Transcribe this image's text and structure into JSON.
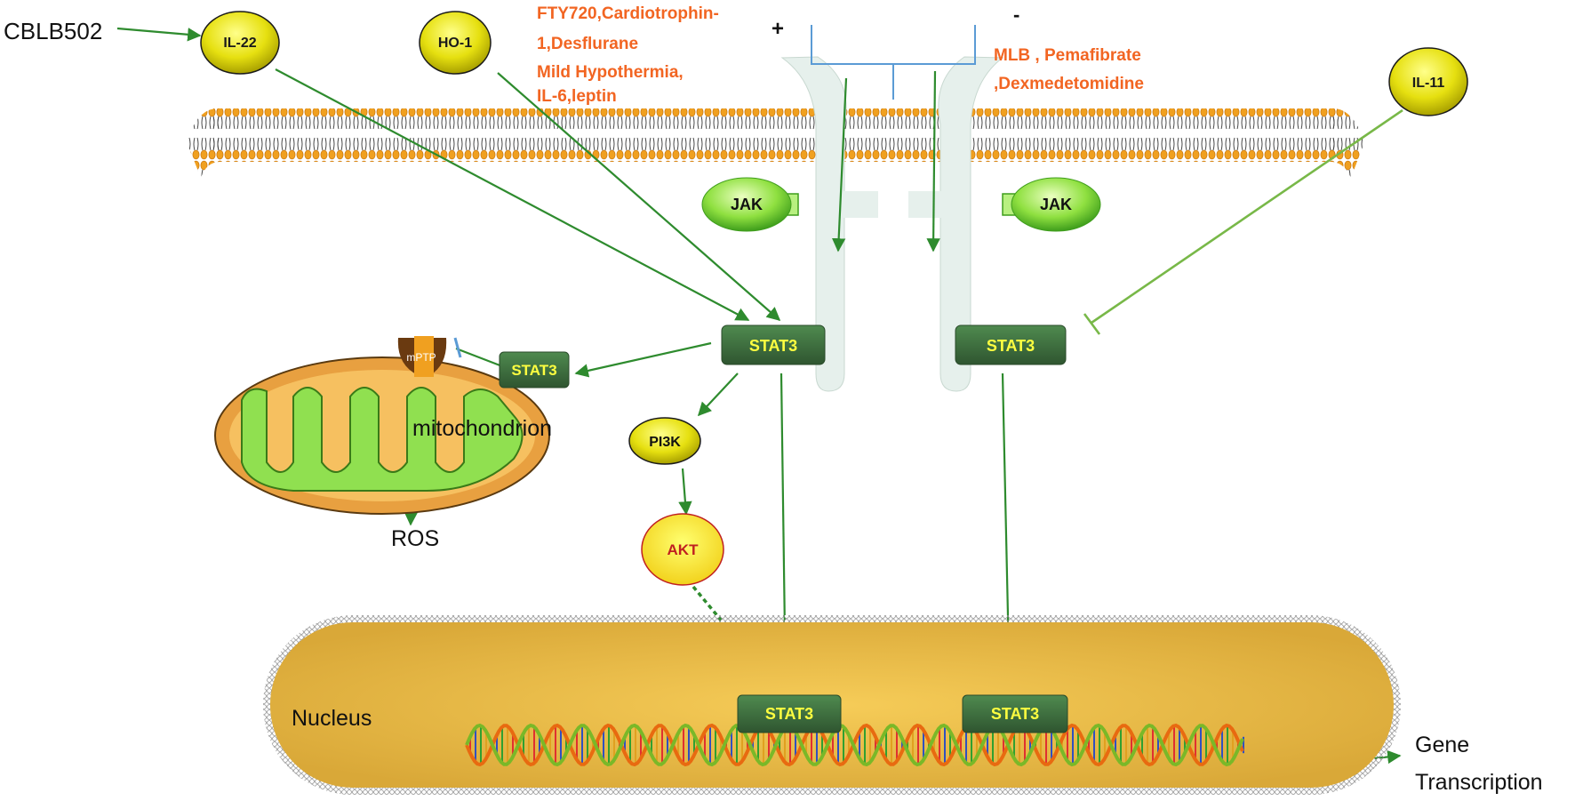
{
  "labels": {
    "cblb502": "CBLB502",
    "il22": "IL-22",
    "ho1": "HO-1",
    "il11": "IL-11",
    "plus": "+",
    "minus": "-",
    "activators": [
      "FTY720,Cardiotrophin-",
      "1,Desflurane",
      "Mild Hypothermia,",
      "IL-6,leptin"
    ],
    "inhibitors": [
      "MLB , Pemafibrate",
      ",Dexmedetomidine"
    ],
    "jak": "JAK",
    "stat3": "STAT3",
    "mptp": "mPTP",
    "mitochondrion": "mitochondrion",
    "ros": "ROS",
    "pi3k": "PI3K",
    "akt": "AKT",
    "nucleus": "Nucleus",
    "gene_transcription": [
      "Gene",
      "Transcription"
    ]
  },
  "colors": {
    "arrow_green": "#2e8b2e",
    "drug_orange": "#f26522",
    "stat3_green": "#3f6e3f",
    "stat3_text": "#ffff40",
    "nucleus_fill": "#e4b84a",
    "membrane_head": "#f0a020",
    "receptor_fill": "#e6f0ec"
  }
}
